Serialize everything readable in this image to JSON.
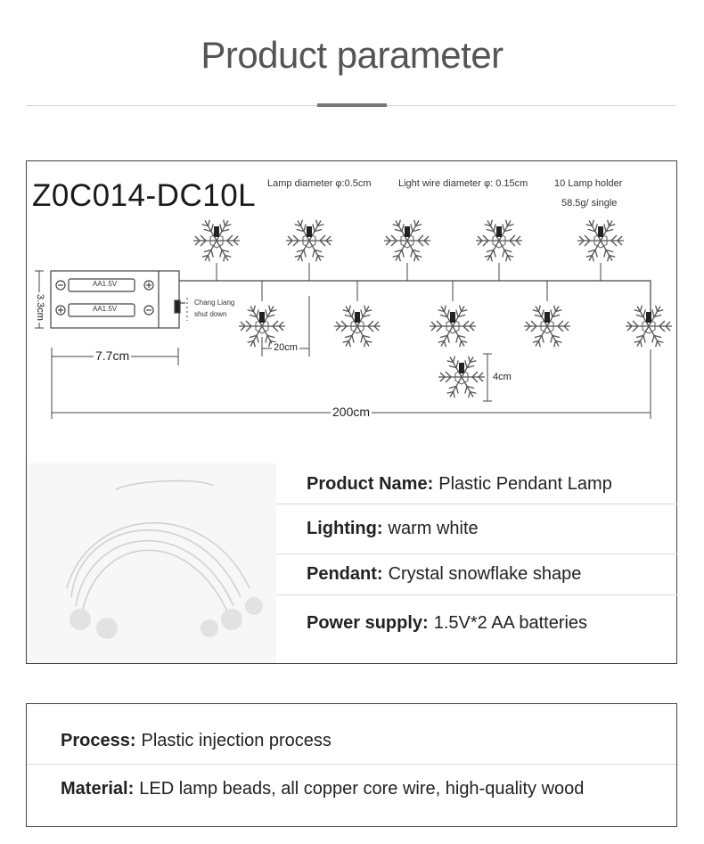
{
  "header": {
    "title": "Product parameter"
  },
  "diagram": {
    "model": "Z0C014-DC10L",
    "lamp_diameter": "Lamp diameter φ:0.5cm",
    "wire_diameter": "Light wire diameter φ: 0.15cm",
    "lamp_holder": "10 Lamp holder",
    "weight": "58.5g/ single",
    "battery_1": "AA1.5V",
    "battery_2": "AA1.5V",
    "switch_line1": "Chang Liang",
    "switch_line2": "shut down",
    "dim_height": "3.3cm",
    "dim_box_width": "7.7cm",
    "dim_spacing": "20cm",
    "dim_pendant": "4cm",
    "dim_total": "200cm"
  },
  "specs": [
    {
      "key": "Product Name:",
      "value": "Plastic Pendant Lamp"
    },
    {
      "key": "Lighting:",
      "value": "warm white"
    },
    {
      "key": "Pendant:",
      "value": "Crystal snowflake shape"
    },
    {
      "key": "Power supply:",
      "value": "1.5V*2 AA batteries"
    }
  ],
  "details": [
    {
      "key": "Process:",
      "value": "Plastic injection process"
    },
    {
      "key": "Material:",
      "value": "LED lamp beads, all copper core wire, high-quality wood"
    }
  ],
  "colors": {
    "title": "#555555",
    "accent_bar": "#777777",
    "border": "#444444"
  }
}
